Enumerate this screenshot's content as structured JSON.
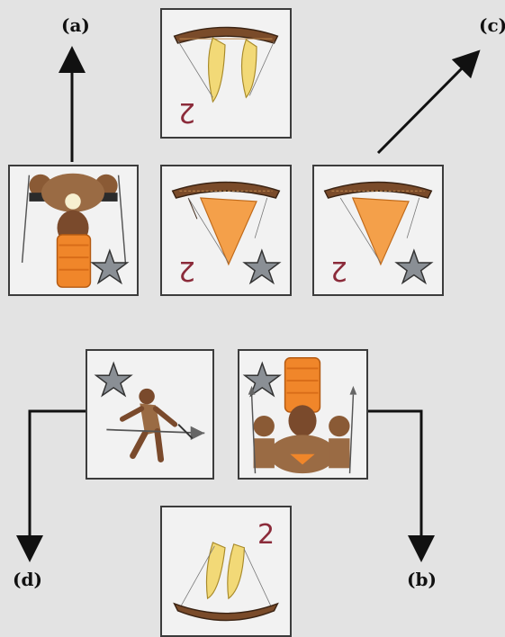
{
  "labels": {
    "a": "(a)",
    "b": "(b)",
    "c": "(c)",
    "d": "(d)"
  },
  "cards": {
    "top_ship_number": "2",
    "middle_ship_number": "2",
    "right_ship_number": "2",
    "bottom_ship_number": "2"
  },
  "colors": {
    "background": "#e3e3e3",
    "card_fill": "#f2f2f2",
    "card_border": "#3c3c3c",
    "sail_yellow": "#f2d977",
    "sail_orange": "#f4a04a",
    "number_red": "#8b2b3a",
    "star_gray": "#8a8f95"
  },
  "icons": [
    "ship-icon",
    "sail-icon",
    "star-icon",
    "chief-icon",
    "warrior-icon",
    "arrow-icon"
  ]
}
